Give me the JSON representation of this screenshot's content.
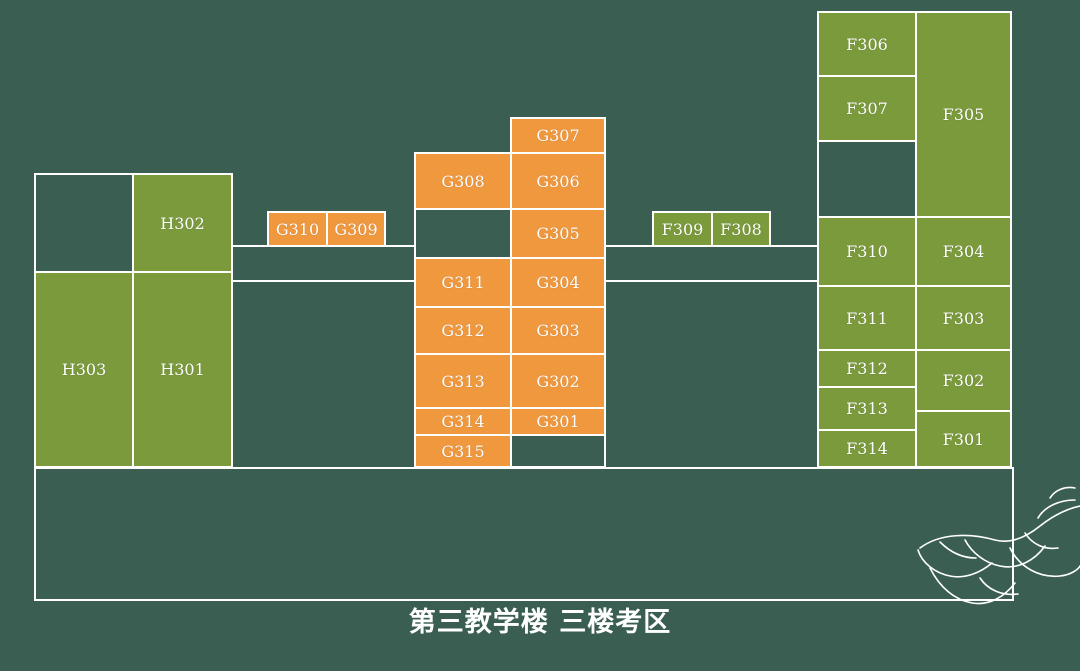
{
  "title": "第三教学楼  三楼考区",
  "colors": {
    "background": "#3a5f52",
    "green": "#7a9a3c",
    "orange": "#f0983e",
    "line": "#ffffff"
  },
  "rooms": {
    "H303": "H303",
    "H302": "H302",
    "H301": "H301",
    "G310": "G310",
    "G309": "G309",
    "G308": "G308",
    "G307": "G307",
    "G306": "G306",
    "G305": "G305",
    "G311": "G311",
    "G304": "G304",
    "G312": "G312",
    "G303": "G303",
    "G313": "G313",
    "G302": "G302",
    "G314": "G314",
    "G301": "G301",
    "G315": "G315",
    "F309": "F309",
    "F308": "F308",
    "F306": "F306",
    "F307": "F307",
    "F305": "F305",
    "F310": "F310",
    "F304": "F304",
    "F311": "F311",
    "F303": "F303",
    "F312": "F312",
    "F313": "F313",
    "F302": "F302",
    "F314": "F314",
    "F301": "F301"
  },
  "decoration": "leaf-sketch-icon"
}
